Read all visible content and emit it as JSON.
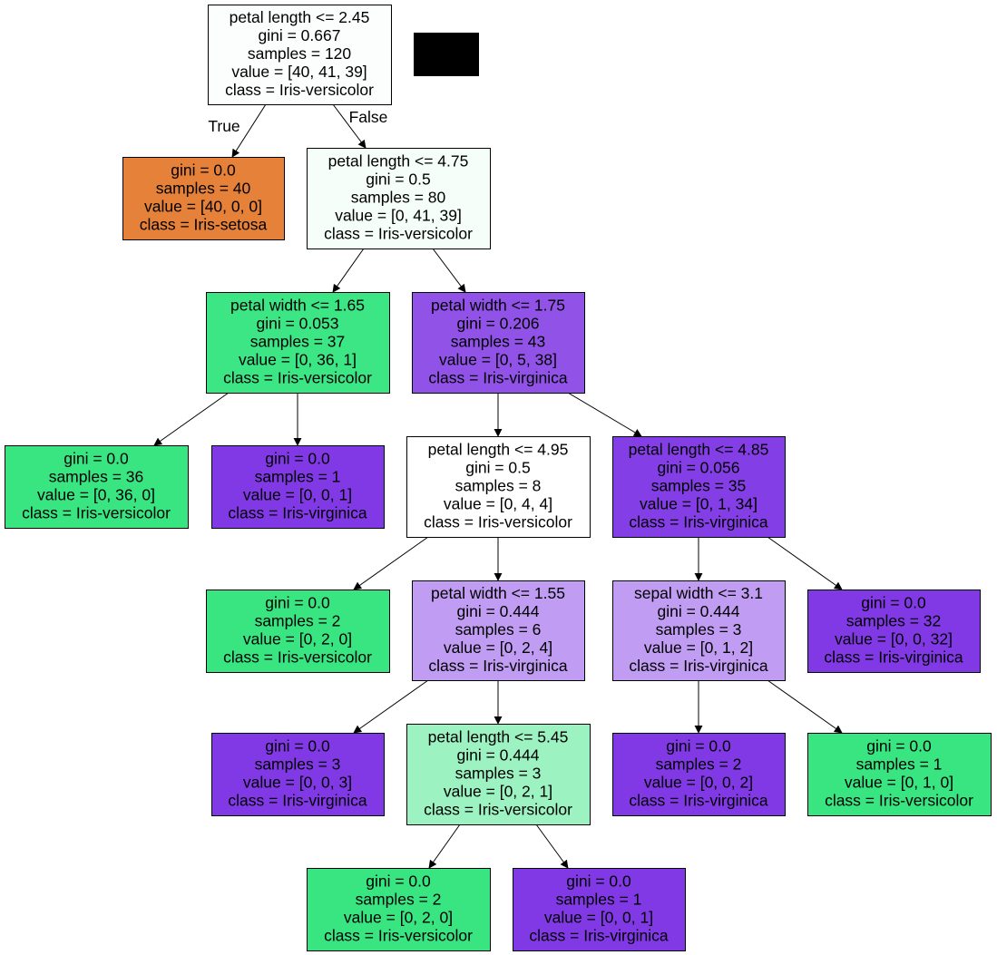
{
  "tree": {
    "edge_labels": {
      "true": "True",
      "false": "False"
    },
    "nodes": [
      {
        "id": "n0",
        "color": "#fbfefc",
        "lines": [
          "petal length <= 2.45",
          "gini = 0.667",
          "samples = 120",
          "value = [40, 41, 39]",
          "class = Iris-versicolor"
        ]
      },
      {
        "id": "n1",
        "color": "#e58139",
        "lines": [
          "gini = 0.0",
          "samples = 40",
          "value = [40, 0, 0]",
          "class = Iris-setosa"
        ]
      },
      {
        "id": "n2",
        "color": "#f5fef9",
        "lines": [
          "petal length <= 4.75",
          "gini = 0.5",
          "samples = 80",
          "value = [0, 41, 39]",
          "class = Iris-versicolor"
        ]
      },
      {
        "id": "n3",
        "color": "#3de684",
        "lines": [
          "petal width <= 1.65",
          "gini = 0.053",
          "samples = 37",
          "value = [0, 36, 1]",
          "class = Iris-versicolor"
        ]
      },
      {
        "id": "n4",
        "color": "#9152e8",
        "lines": [
          "petal width <= 1.75",
          "gini = 0.206",
          "samples = 43",
          "value = [0, 5, 38]",
          "class = Iris-virginica"
        ]
      },
      {
        "id": "n5",
        "color": "#39e581",
        "lines": [
          "gini = 0.0",
          "samples = 36",
          "value = [0, 36, 0]",
          "class = Iris-versicolor"
        ]
      },
      {
        "id": "n6",
        "color": "#8139e5",
        "lines": [
          "gini = 0.0",
          "samples = 1",
          "value = [0, 0, 1]",
          "class = Iris-virginica"
        ]
      },
      {
        "id": "n7",
        "color": "#ffffff",
        "lines": [
          "petal length <= 4.95",
          "gini = 0.5",
          "samples = 8",
          "value = [0, 4, 4]",
          "class = Iris-versicolor"
        ]
      },
      {
        "id": "n8",
        "color": "#843ee6",
        "lines": [
          "petal length <= 4.85",
          "gini = 0.056",
          "samples = 35",
          "value = [0, 1, 34]",
          "class = Iris-virginica"
        ]
      },
      {
        "id": "n9",
        "color": "#39e581",
        "lines": [
          "gini = 0.0",
          "samples = 2",
          "value = [0, 2, 0]",
          "class = Iris-versicolor"
        ]
      },
      {
        "id": "n10",
        "color": "#c09cf2",
        "lines": [
          "petal width <= 1.55",
          "gini = 0.444",
          "samples = 6",
          "value = [0, 2, 4]",
          "class = Iris-virginica"
        ]
      },
      {
        "id": "n11",
        "color": "#c09cf2",
        "lines": [
          "sepal width <= 3.1",
          "gini = 0.444",
          "samples = 3",
          "value = [0, 1, 2]",
          "class = Iris-virginica"
        ]
      },
      {
        "id": "n12",
        "color": "#8139e5",
        "lines": [
          "gini = 0.0",
          "samples = 32",
          "value = [0, 0, 32]",
          "class = Iris-virginica"
        ]
      },
      {
        "id": "n13",
        "color": "#8139e5",
        "lines": [
          "gini = 0.0",
          "samples = 3",
          "value = [0, 0, 3]",
          "class = Iris-virginica"
        ]
      },
      {
        "id": "n14",
        "color": "#9cf2c0",
        "lines": [
          "petal length <= 5.45",
          "gini = 0.444",
          "samples = 3",
          "value = [0, 2, 1]",
          "class = Iris-versicolor"
        ]
      },
      {
        "id": "n15",
        "color": "#8139e5",
        "lines": [
          "gini = 0.0",
          "samples = 2",
          "value = [0, 0, 2]",
          "class = Iris-virginica"
        ]
      },
      {
        "id": "n16",
        "color": "#39e581",
        "lines": [
          "gini = 0.0",
          "samples = 1",
          "value = [0, 1, 0]",
          "class = Iris-versicolor"
        ]
      },
      {
        "id": "n17",
        "color": "#39e581",
        "lines": [
          "gini = 0.0",
          "samples = 2",
          "value = [0, 2, 0]",
          "class = Iris-versicolor"
        ]
      },
      {
        "id": "n18",
        "color": "#8139e5",
        "lines": [
          "gini = 0.0",
          "samples = 1",
          "value = [0, 0, 1]",
          "class = Iris-virginica"
        ]
      }
    ],
    "edges": [
      {
        "from": "n0",
        "to": "n1",
        "label": "true"
      },
      {
        "from": "n0",
        "to": "n2",
        "label": "false"
      },
      {
        "from": "n2",
        "to": "n3"
      },
      {
        "from": "n2",
        "to": "n4"
      },
      {
        "from": "n3",
        "to": "n5"
      },
      {
        "from": "n3",
        "to": "n6"
      },
      {
        "from": "n4",
        "to": "n7"
      },
      {
        "from": "n4",
        "to": "n8"
      },
      {
        "from": "n7",
        "to": "n9"
      },
      {
        "from": "n7",
        "to": "n10"
      },
      {
        "from": "n8",
        "to": "n11"
      },
      {
        "from": "n8",
        "to": "n12"
      },
      {
        "from": "n10",
        "to": "n13"
      },
      {
        "from": "n10",
        "to": "n14"
      },
      {
        "from": "n11",
        "to": "n15"
      },
      {
        "from": "n11",
        "to": "n16"
      },
      {
        "from": "n14",
        "to": "n17"
      },
      {
        "from": "n14",
        "to": "n18"
      }
    ]
  }
}
